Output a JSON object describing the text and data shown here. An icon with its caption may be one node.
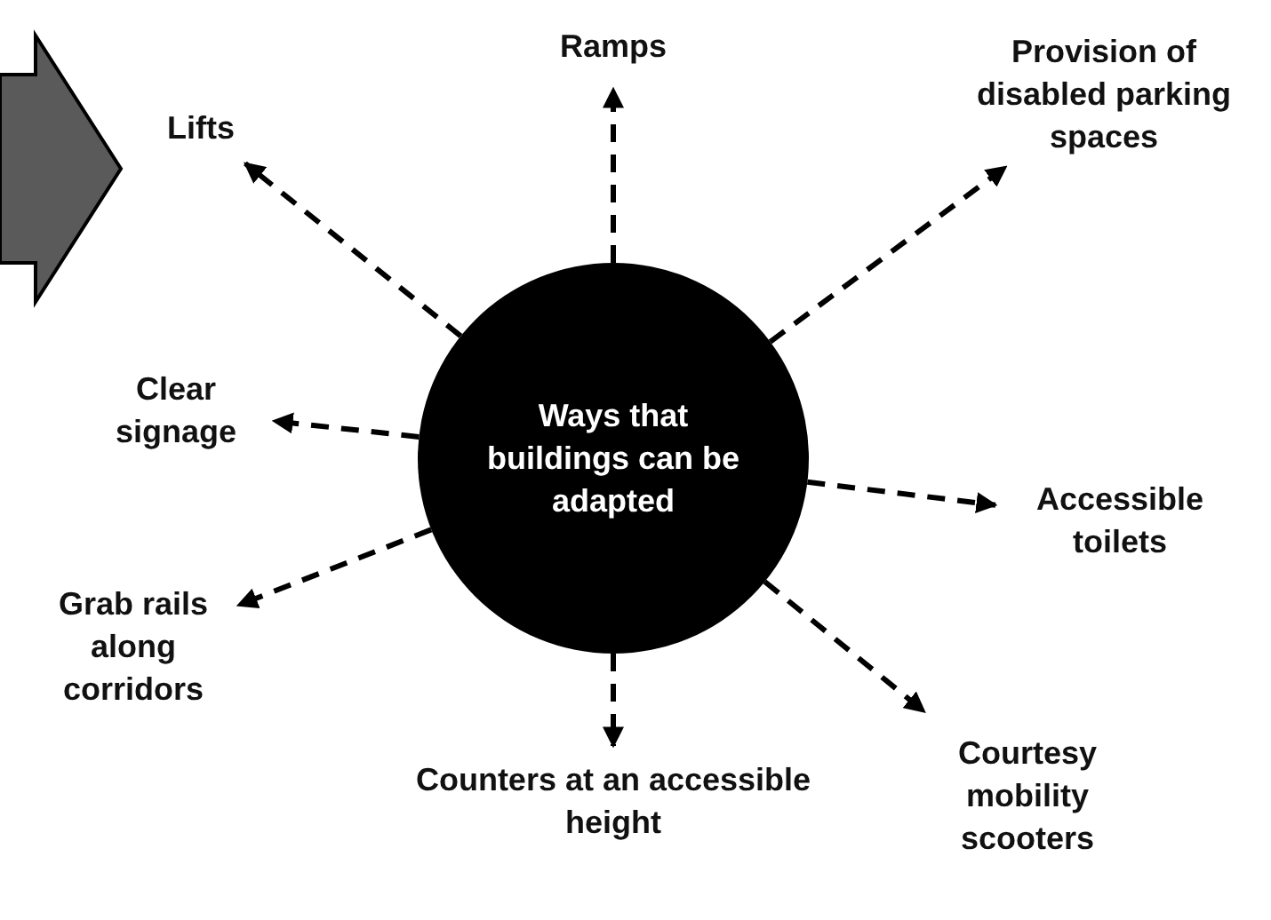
{
  "diagram": {
    "nodes": [
      {
        "text": [
          "Ways that buildings can be adapted"
        ]
      },
      {
        "text": [
          "Ramps"
        ]
      },
      {
        "text": [
          "Provision of disabled parking spaces"
        ]
      },
      {
        "text": [
          "Accessible toilets"
        ]
      },
      {
        "text": [
          "Courtesy mobility scooters"
        ]
      },
      {
        "text": [
          "Counters at an accessible height"
        ]
      },
      {
        "text": [
          "Grab rails along corridors"
        ]
      },
      {
        "text": [
          "Clear signage"
        ]
      },
      {
        "text": [
          "Lifts"
        ]
      }
    ],
    "edges": [
      {
        "from": 0,
        "to": 1,
        "arrow": "to",
        "style": "dashed"
      },
      {
        "from": 0,
        "to": 2,
        "arrow": "to",
        "style": "dashed"
      },
      {
        "from": 0,
        "to": 3,
        "arrow": "to",
        "style": "dashed"
      },
      {
        "from": 0,
        "to": 4,
        "arrow": "to",
        "style": "dashed"
      },
      {
        "from": 0,
        "to": 5,
        "arrow": "to",
        "style": "dashed"
      },
      {
        "from": 0,
        "to": 6,
        "arrow": "to",
        "style": "dashed"
      },
      {
        "from": 0,
        "to": 7,
        "arrow": "to",
        "style": "dashed"
      },
      {
        "from": 0,
        "to": 8,
        "arrow": "to",
        "style": "dashed"
      }
    ]
  }
}
